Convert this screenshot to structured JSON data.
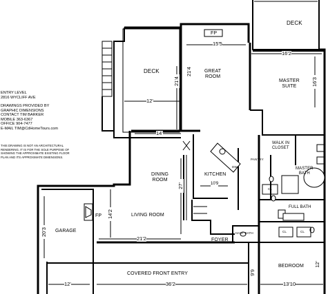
{
  "info": {
    "heading": [
      "ENTRY LEVEL",
      "2816 WYCLIFF AVE"
    ],
    "credits": [
      "DRAWINGS PROVIDED BY",
      "GRAPHIC DIMENSIONS",
      "CONTACT TIM BARKER",
      "MOBILE 363-6367",
      "OFFICE 904-7477",
      "E-MAIL TIM@CdHomeTours.com"
    ],
    "disclaimer": [
      "THIS DRAWING IS NOT AN ARCHITECTURAL",
      "RENDERING. IT IS FOR THE SOLE PURPOSE OF",
      "SHOWING THE APPROXIMATE EXISTING FLOOR",
      "PLAN AND ITS APPROXIMATE DIMENSIONS."
    ]
  },
  "rooms": {
    "deck_top": "DECK",
    "deck_left": "DECK",
    "great_room": [
      "GREAT",
      "ROOM"
    ],
    "master_suite": [
      "MASTER",
      "SUITE"
    ],
    "pantry": "PANTRY",
    "walk_in_closet": [
      "WALK IN",
      "CLOSET"
    ],
    "master_bath": [
      "MASTER",
      "BATH"
    ],
    "dining_room": [
      "DINING",
      "ROOM"
    ],
    "kitchen": "KITCHEN",
    "living_room": "LIVING ROOM",
    "garage": "GARAGE",
    "foyer": "FOYER",
    "half_bath": "HALF BATH",
    "full_bath": "FULL BATH",
    "covered_front_entry": "COVERED FRONT ENTRY",
    "bedroom": "BEDROOM"
  },
  "fixtures": {
    "fp_top": "FP",
    "fp_left": "FP",
    "cl_a": "CL",
    "cl_b": "CL",
    "cl_c": "CL",
    "dw": "DW"
  },
  "dimensions": {
    "great_room_w": "15'5",
    "great_room_h": "21'4",
    "deck_h": "21'4",
    "deck_w": "12'",
    "master_w": "16'2",
    "master_h": "16'3",
    "dining_w": "14'",
    "kitchen_w": "10'9",
    "living_h": "27'",
    "living_w": "21'2",
    "fp_h": "14'2",
    "garage_h": "20'3",
    "entry_left": "12'",
    "entry_w": "36'2",
    "entry_h": "9'9",
    "bedroom_w": "13'10",
    "bedroom_h": "12'"
  }
}
